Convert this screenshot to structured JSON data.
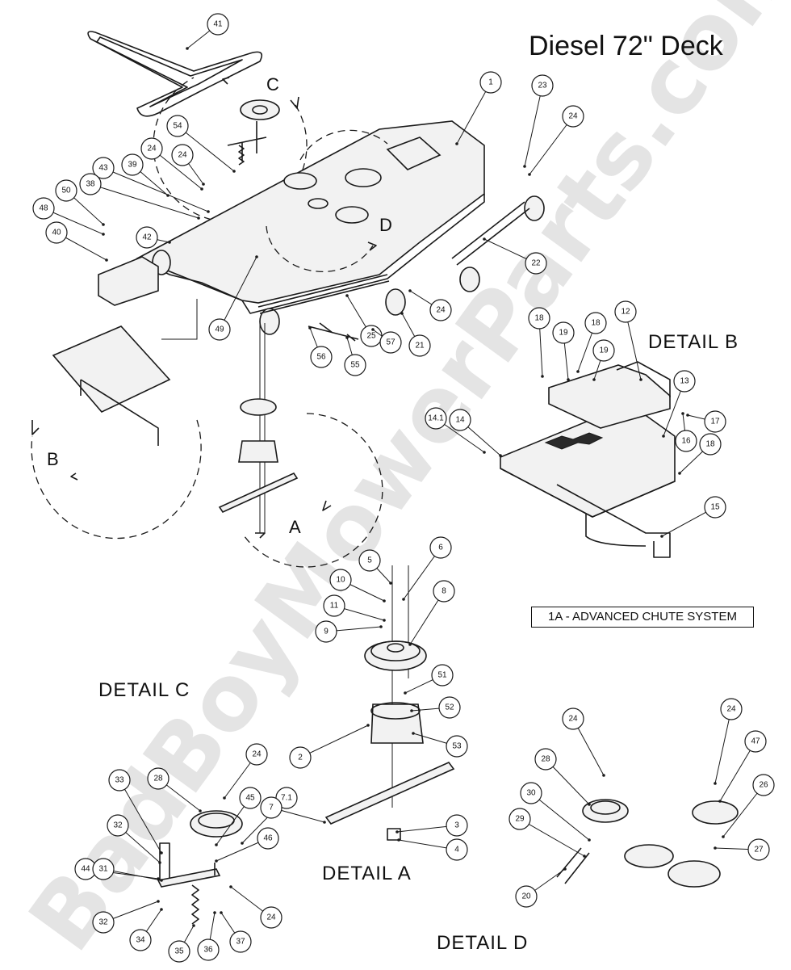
{
  "title": "Diesel 72\" Deck",
  "watermark": "BadBoyMowerParts.com",
  "chute_note": "1A - ADVANCED CHUTE SYSTEM",
  "details": {
    "b": "DETAIL  B",
    "c": "DETAIL  C",
    "a": "DETAIL  A",
    "d": "DETAIL  D"
  },
  "view_letters": {
    "a": "A",
    "b": "B",
    "c": "C",
    "d": "D"
  },
  "callouts": [
    "41",
    "1",
    "23",
    "24",
    "54",
    "24",
    "24",
    "39",
    "43",
    "38",
    "50",
    "48",
    "40",
    "42",
    "49",
    "22",
    "24",
    "25",
    "21",
    "57",
    "55",
    "56",
    "18",
    "19",
    "18",
    "19",
    "12",
    "13",
    "14.1",
    "14",
    "17",
    "16",
    "18",
    "15",
    "5",
    "6",
    "10",
    "8",
    "11",
    "9",
    "51",
    "52",
    "2",
    "53",
    "7.1",
    "7",
    "3",
    "4",
    "24",
    "28",
    "33",
    "45",
    "32",
    "46",
    "44",
    "31",
    "24",
    "32",
    "34",
    "35",
    "36",
    "37",
    "24",
    "28",
    "30",
    "24",
    "47",
    "26",
    "29",
    "27",
    "20"
  ]
}
